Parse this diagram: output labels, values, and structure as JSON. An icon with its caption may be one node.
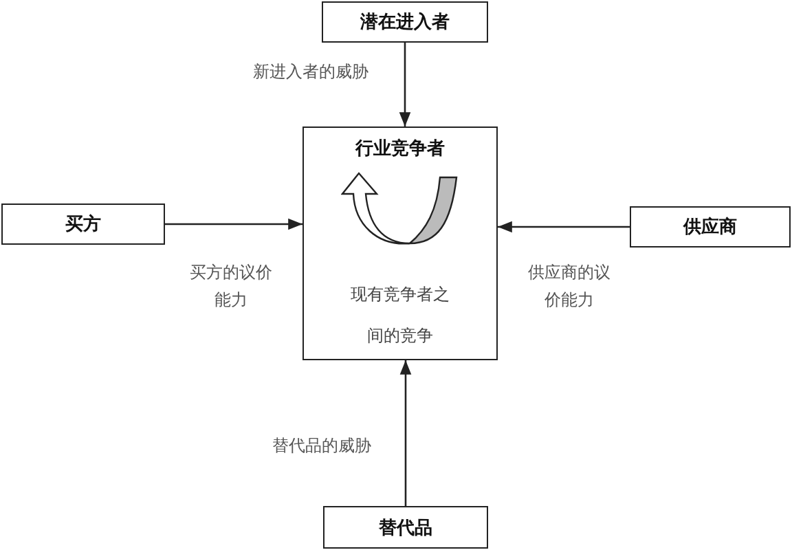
{
  "diagram": {
    "nodes": [
      {
        "text": [
          "潜在进入者"
        ]
      },
      {
        "text": [
          "行业竞争者",
          "现有竞争者之间的竞争"
        ]
      },
      {
        "text": [
          "买方"
        ]
      },
      {
        "text": [
          "供应商"
        ]
      },
      {
        "text": [
          "替代品"
        ]
      }
    ],
    "edges": [
      {
        "from": 0,
        "to": 1,
        "arrow": "to",
        "label": "新进入者的威胁"
      },
      {
        "from": 2,
        "to": 1,
        "arrow": "to",
        "label": "买方的议价能力"
      },
      {
        "from": 3,
        "to": 1,
        "arrow": "to",
        "label": "供应商的议价能力"
      },
      {
        "from": 4,
        "to": 1,
        "arrow": "to",
        "label": "替代品的威胁"
      }
    ]
  }
}
